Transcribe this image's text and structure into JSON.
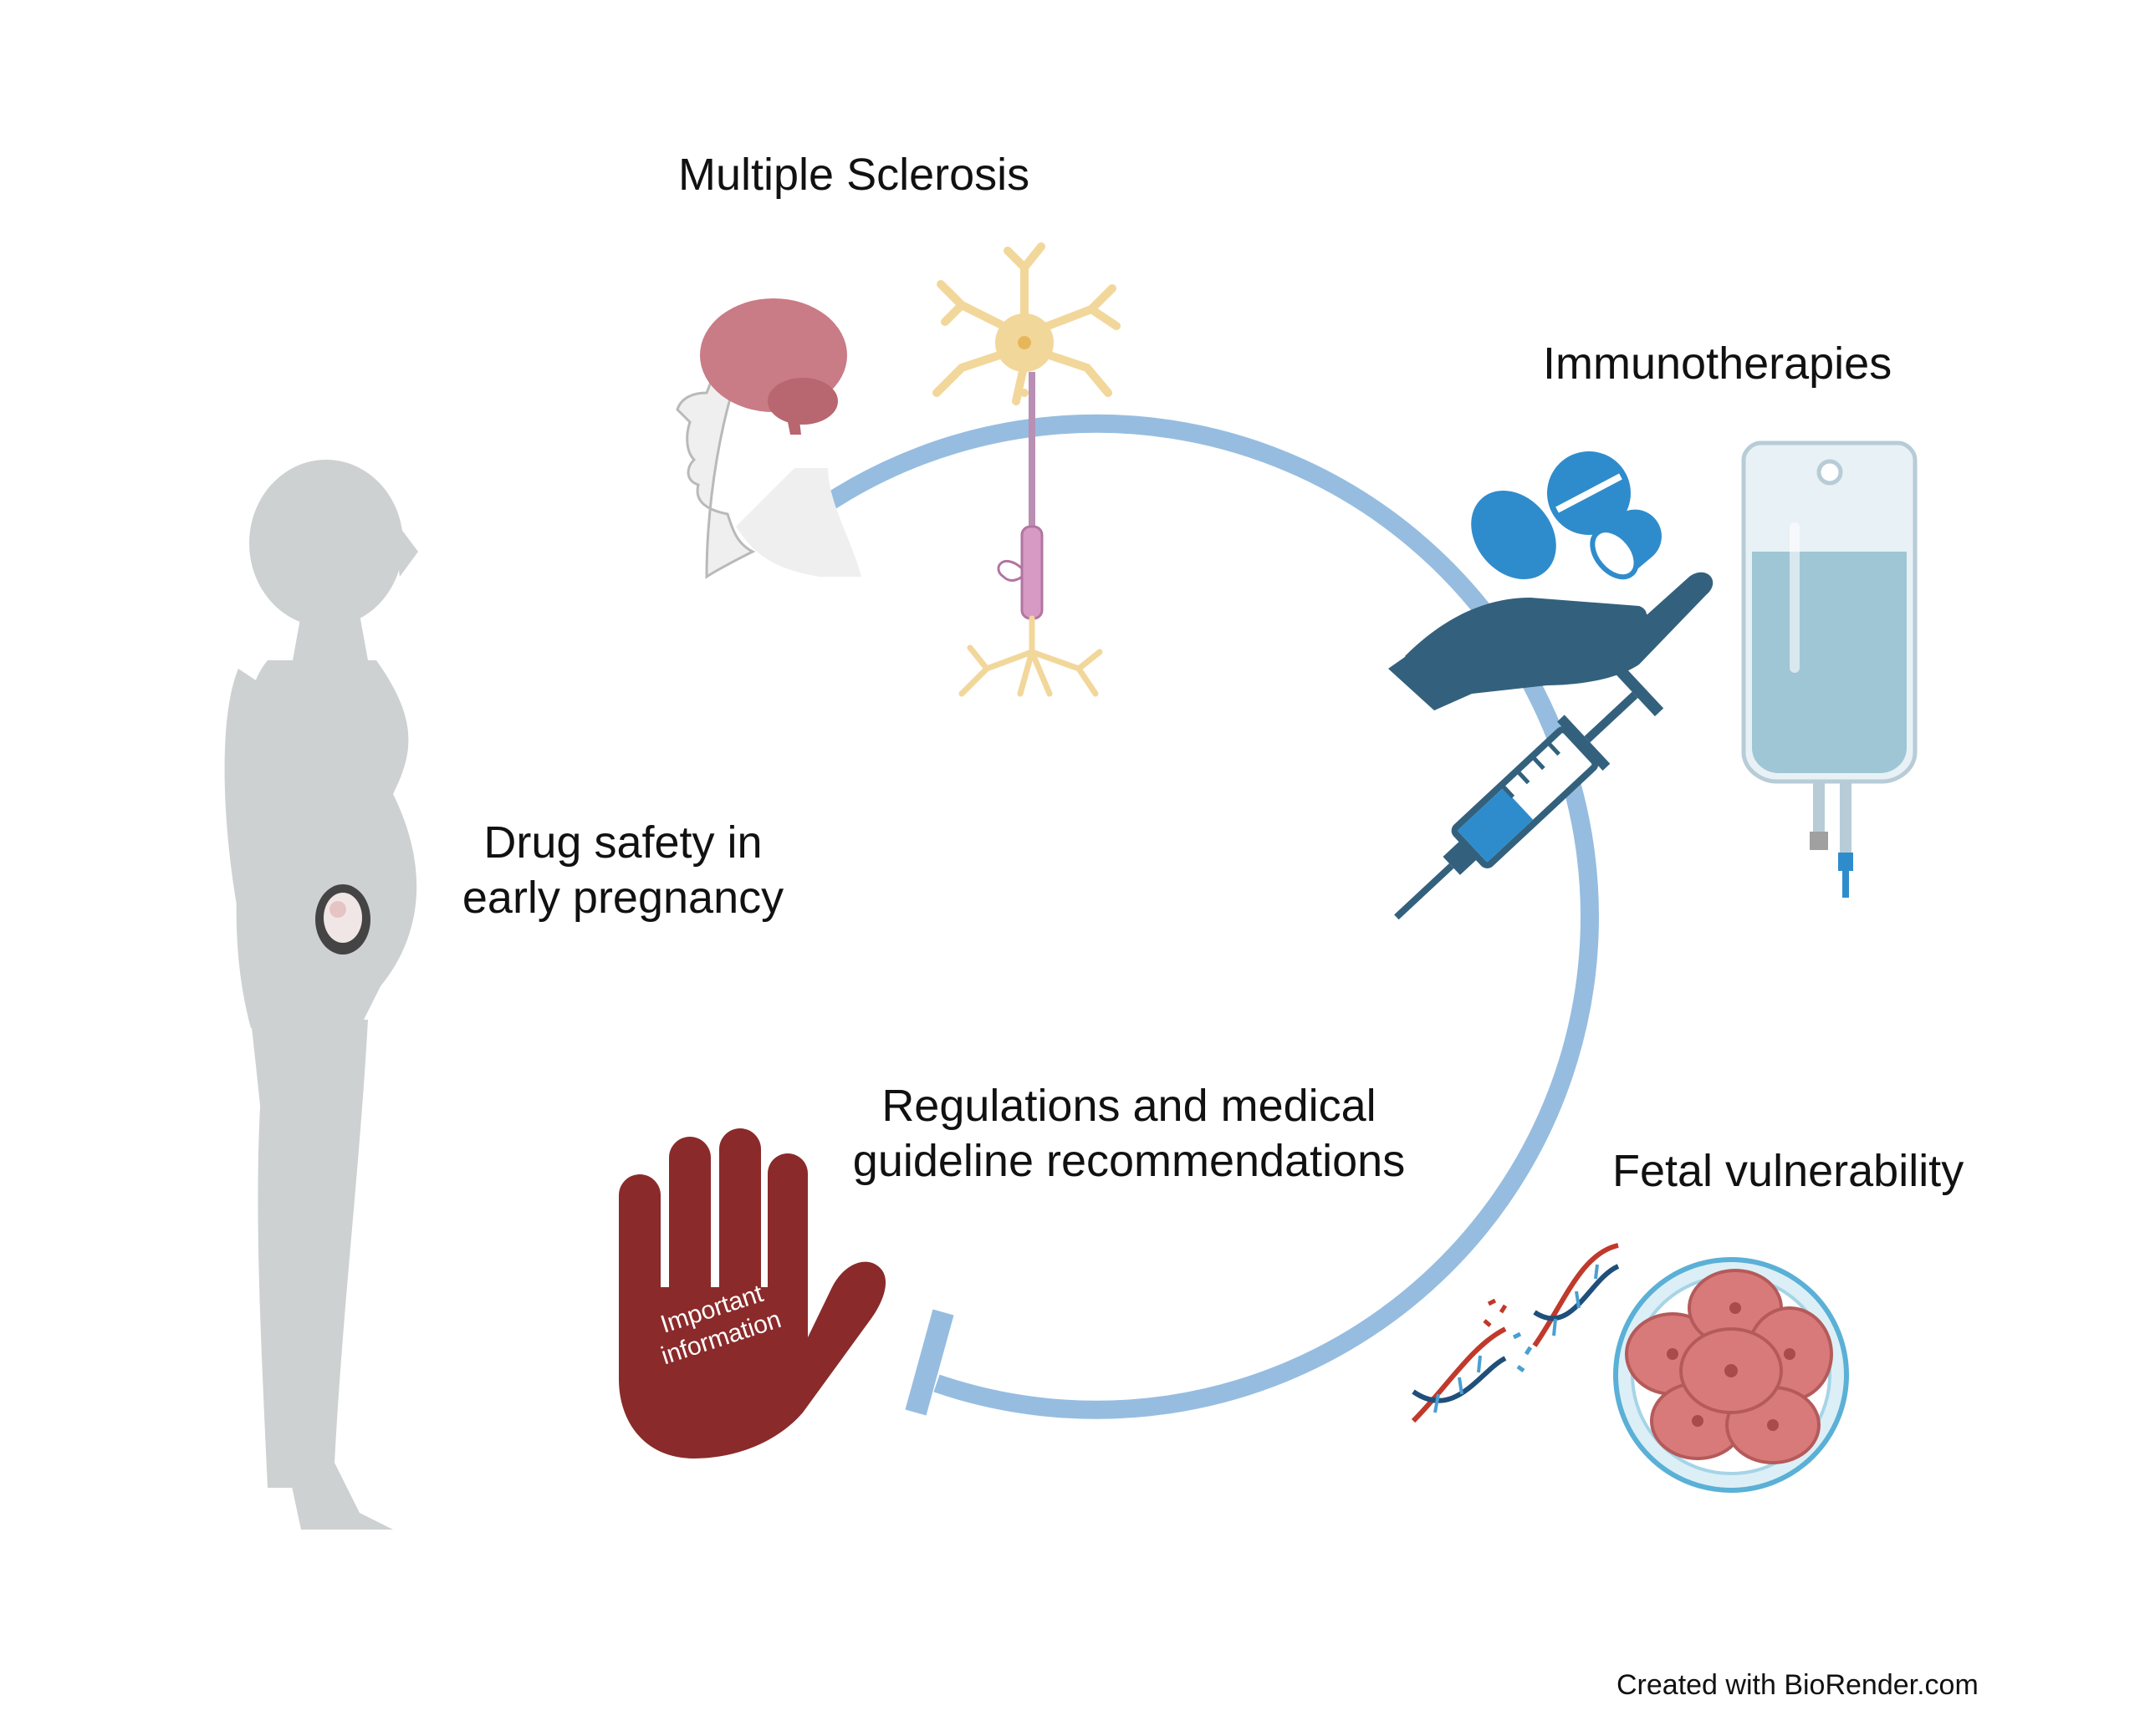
{
  "labels": {
    "multiple_sclerosis": "Multiple Sclerosis",
    "immunotherapies": "Immunotherapies",
    "drug_safety_line1": "Drug safety in",
    "drug_safety_line2": "early pregnancy",
    "regulations_line1": "Regulations and medical",
    "regulations_line2": "guideline recommendations",
    "fetal_vulnerability": "Fetal vulnerability",
    "hand_line1": "Important",
    "hand_line2": "information"
  },
  "credit": "Created with BioRender.com",
  "icons": [
    "pregnant-woman-silhouette-icon",
    "brain-head-icon",
    "neuron-icon",
    "pills-on-hand-icon",
    "syringe-icon",
    "iv-bag-icon",
    "dna-strand-icon",
    "embryo-cells-icon",
    "stop-hand-icon"
  ],
  "colors": {
    "cycle_arrow": "#96bde0",
    "silhouette": "#cdd1d1",
    "hand_stop": "#8b2a2a",
    "hand_support": "#33617d",
    "pill_blue": "#2f8ccc",
    "brain": "#c97b86",
    "neuron": "#f2d79b",
    "iv_fluid": "#9fc6d4",
    "embryo": "#d97a7a"
  }
}
